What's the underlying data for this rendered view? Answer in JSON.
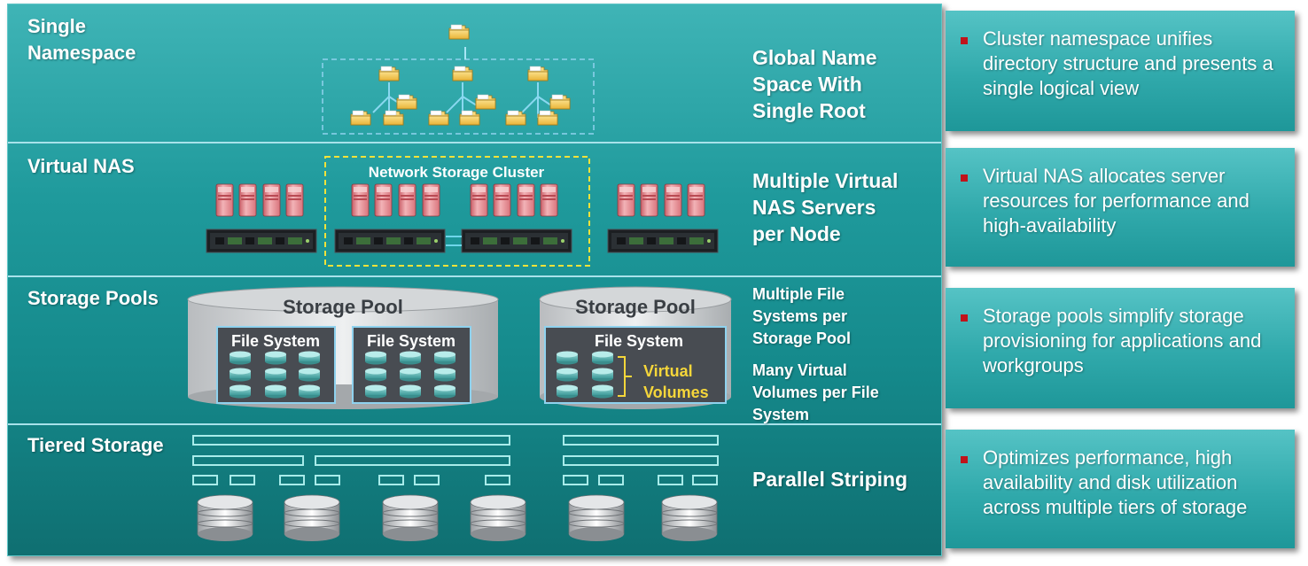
{
  "layers": {
    "namespace": {
      "title": "Single Namespace",
      "title_line1": "Single",
      "title_line2": "Namespace",
      "desc_lines": [
        "Global Name",
        "Space With",
        "Single Root"
      ]
    },
    "vnas": {
      "title": "Virtual NAS",
      "cluster_label": "Network Storage Cluster",
      "desc_lines": [
        "Multiple Virtual",
        "NAS Servers",
        "per Node"
      ]
    },
    "pools": {
      "title": "Storage Pools",
      "pool_label": "Storage Pool",
      "fs_label": "File System",
      "virtual_volumes_lines": [
        "Virtual",
        "Volumes"
      ],
      "desc1_lines": [
        "Multiple File",
        "Systems per",
        "Storage Pool"
      ],
      "desc2_lines": [
        "Many Virtual",
        "Volumes per File",
        "System"
      ]
    },
    "tiered": {
      "title": "Tiered Storage",
      "desc": "Parallel Striping"
    }
  },
  "side_panels": [
    {
      "text": "Cluster namespace unifies directory structure and presents a single logical view"
    },
    {
      "text": "Virtual NAS allocates server resources for performance and high-availability"
    },
    {
      "text": "Storage pools simplify storage provisioning for applications and workgroups"
    },
    {
      "text": "Optimizes performance, high availability and disk utilization across multiple tiers of storage"
    }
  ],
  "colors": {
    "bullet": "#c0141b",
    "cluster_border": "#f2e23a",
    "virtual_volumes_text": "#f5d63a",
    "folder": "#f2c84b",
    "server": "#e8939a"
  },
  "icons": [
    "folder-icon",
    "server-tower-icon",
    "rack-server-icon",
    "disk-icon",
    "database-disk-icon"
  ]
}
